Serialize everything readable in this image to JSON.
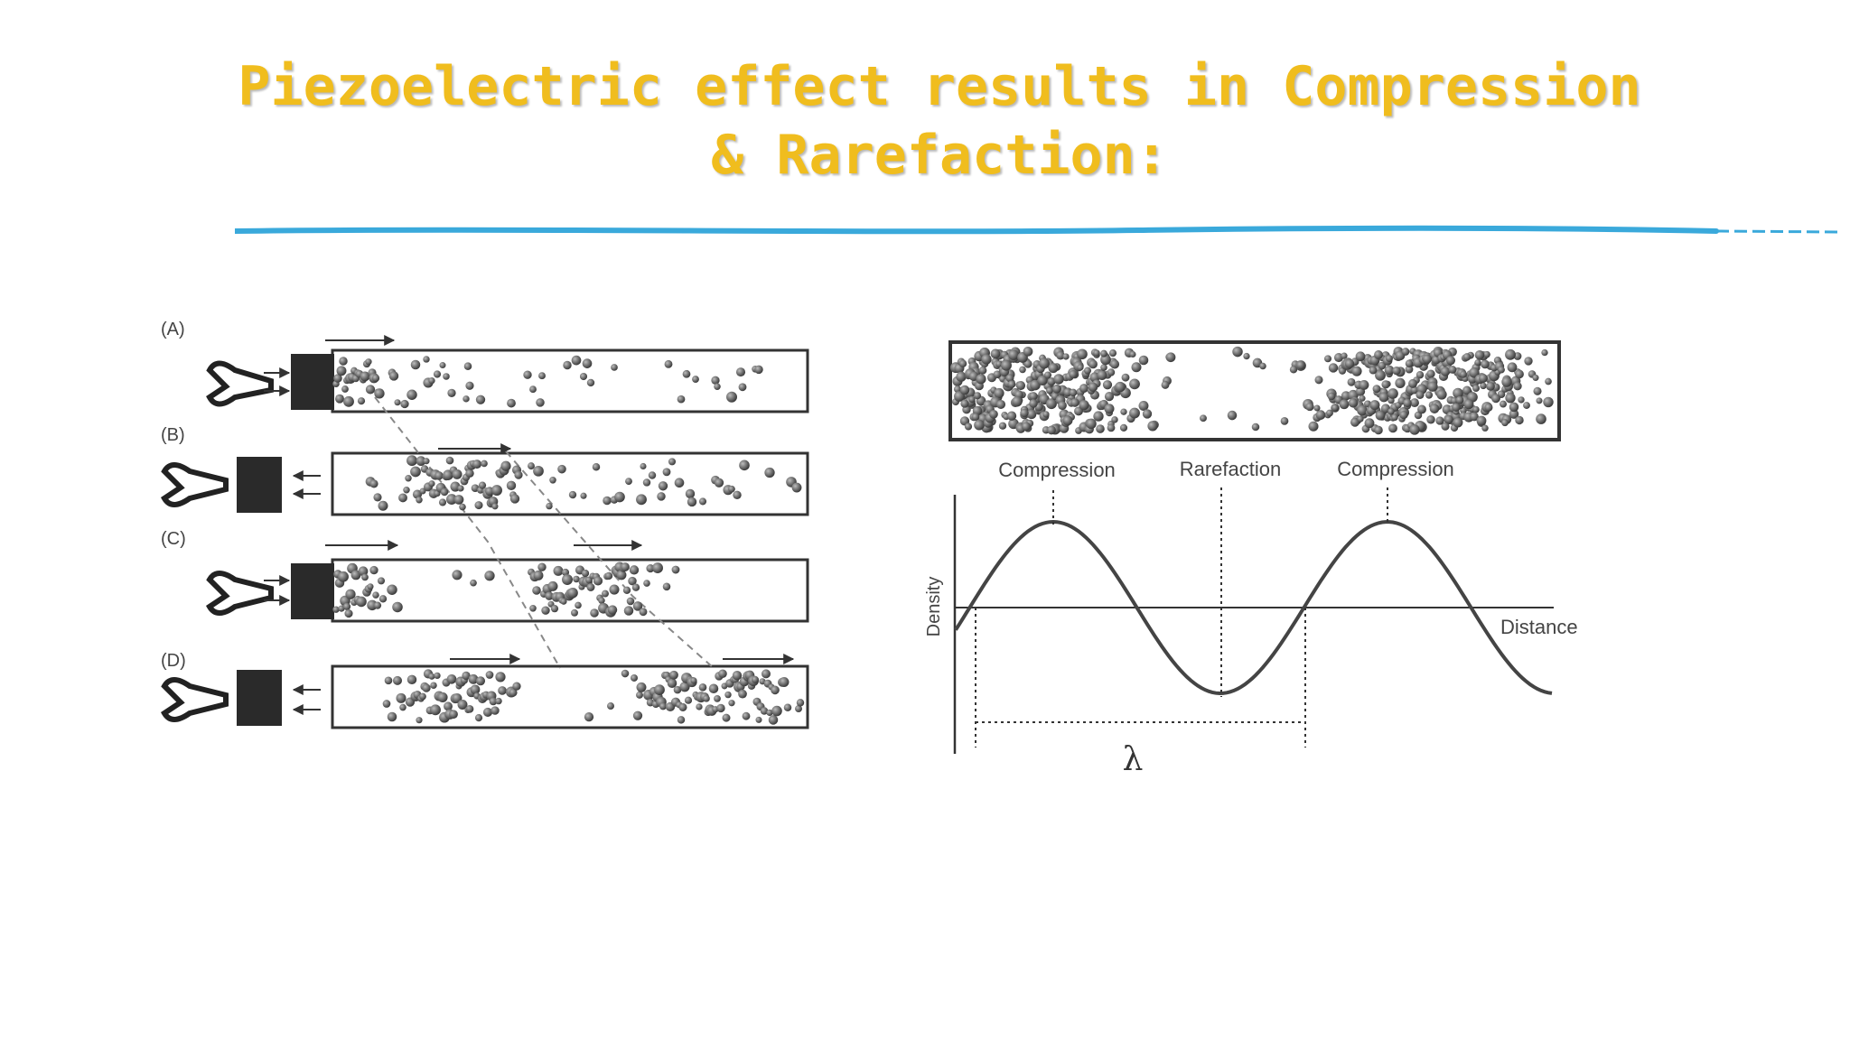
{
  "slide": {
    "title_line1": "Piezoelectric effect results in Compression",
    "title_line2": "& Rarefaction:",
    "title_color": "#f0bd1e",
    "rule_color": "#3aa9db"
  },
  "left_figure": {
    "panels": [
      {
        "label": "(A)",
        "transducer": "pushing"
      },
      {
        "label": "(B)",
        "transducer": "retracting"
      },
      {
        "label": "(C)",
        "transducer": "pushing"
      },
      {
        "label": "(D)",
        "transducer": "retracting"
      }
    ]
  },
  "right_figure": {
    "wave_labels": [
      "Compression",
      "Rarefaction",
      "Compression"
    ],
    "y_label": "Density",
    "x_label": "Distance",
    "wavelength_symbol": "λ"
  }
}
